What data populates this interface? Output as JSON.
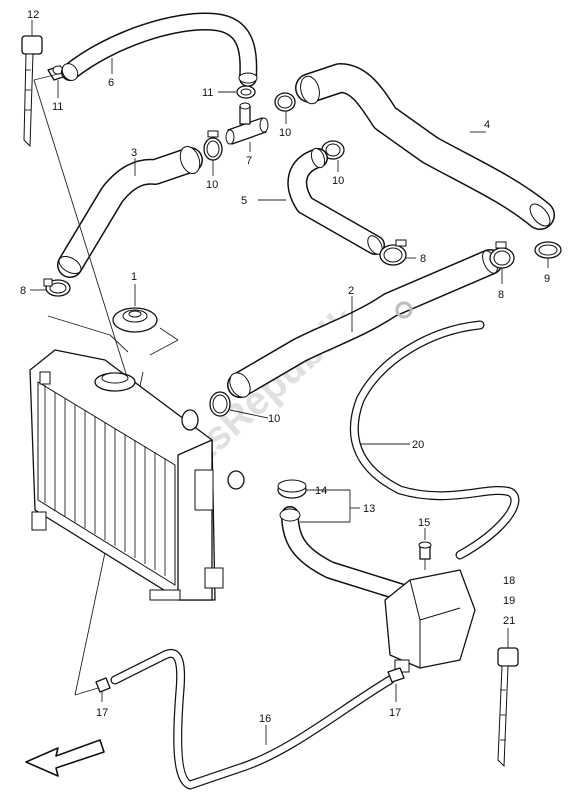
{
  "diagram": {
    "watermark": "PartsRepublik",
    "callouts": {
      "c1": "1",
      "c2": "2",
      "c3": "3",
      "c4": "4",
      "c5": "5",
      "c6": "6",
      "c7": "7",
      "c8a": "8",
      "c8b": "8",
      "c8c": "8",
      "c9": "9",
      "c10a": "10",
      "c10b": "10",
      "c10c": "10",
      "c10d": "10",
      "c11a": "11",
      "c11b": "11",
      "c12": "12",
      "c13": "13",
      "c14": "14",
      "c15": "15",
      "c16": "16",
      "c17a": "17",
      "c17b": "17",
      "c18": "18",
      "c19": "19",
      "c20": "20",
      "c21": "21"
    }
  }
}
